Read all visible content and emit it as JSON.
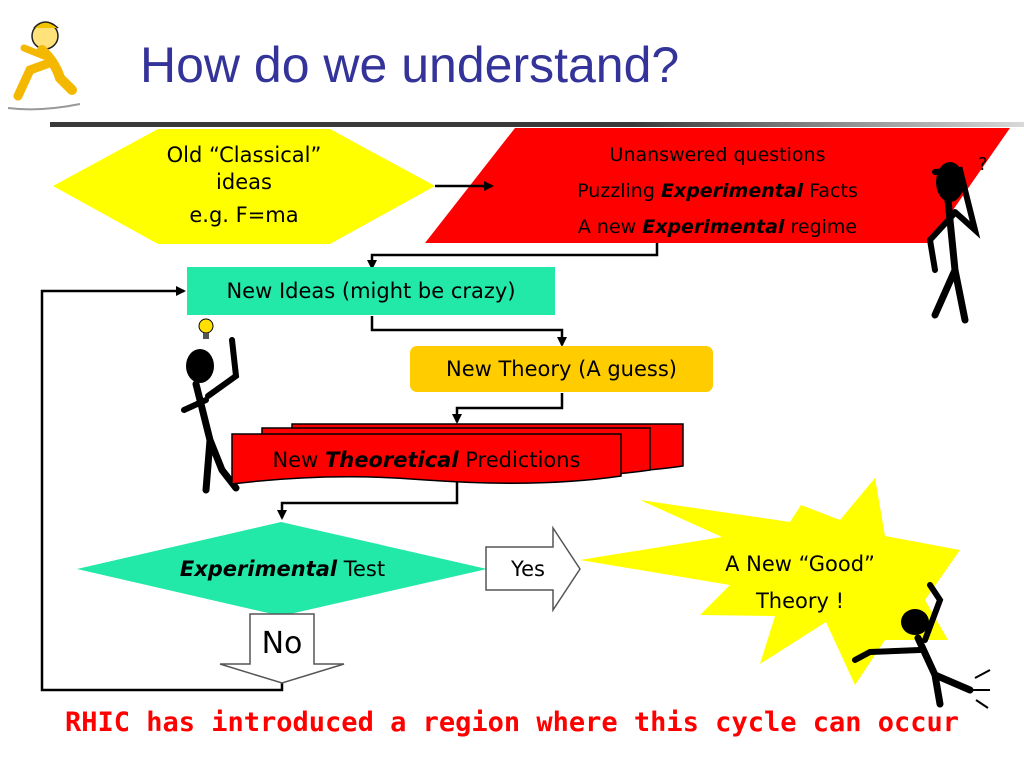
{
  "title": "How do we understand?",
  "old_ideas": {
    "line1": "Old “Classical”",
    "line2": "ideas",
    "line3": "e.g. F=ma"
  },
  "unanswered": {
    "line1": "Unanswered questions",
    "line2_pre": "Puzzling ",
    "line2_em": "Experimental",
    "line2_post": " Facts",
    "line3_pre": "A new ",
    "line3_em": "Experimental",
    "line3_post": " regime"
  },
  "new_ideas": "New Ideas (might be crazy)",
  "new_theory": "New Theory (A guess)",
  "predictions": {
    "pre": "New ",
    "em": "Theoretical",
    "post": " Predictions"
  },
  "test": {
    "em": "Experimental",
    "post": " Test"
  },
  "yes_label": "Yes",
  "no_label": "No",
  "good_theory": {
    "line1": "A New “Good”",
    "line2": "Theory !"
  },
  "footer": "RHIC has introduced a region where this cycle can occur",
  "colors": {
    "title": "#333399",
    "yellow": "#ffff00",
    "red": "#ff0000",
    "teal": "#1de5a5",
    "orange": "#ffcc00",
    "footer": "#ff0000"
  }
}
